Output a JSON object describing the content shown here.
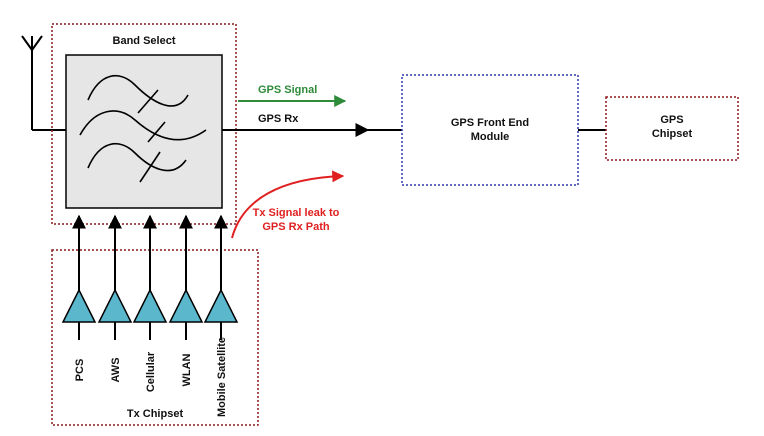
{
  "band_select": {
    "title": "Band Select"
  },
  "tx_chipset": {
    "title": "Tx Chipset",
    "amplifiers": [
      {
        "label": "PCS"
      },
      {
        "label": "AWS"
      },
      {
        "label": "Cellular"
      },
      {
        "label": "WLAN"
      },
      {
        "label": "Mobile Satellite"
      }
    ]
  },
  "signals": {
    "gps_signal": "GPS Signal",
    "gps_rx": "GPS Rx",
    "leak_line1": "Tx Signal leak to",
    "leak_line2": "GPS Rx Path"
  },
  "gps_front_end": {
    "line1": "GPS Front End",
    "line2": "Module"
  },
  "gps_chipset": {
    "line1": "GPS",
    "line2": "Chipset"
  },
  "colors": {
    "dotted_box_red": "#8b1a1a",
    "dotted_box_blue": "#2b3aa8",
    "gps_signal_green": "#2e8b3a",
    "leak_red": "#e02020",
    "amplifier_fill": "#5bb7cc",
    "filter_fill": "#e6e6e6"
  }
}
